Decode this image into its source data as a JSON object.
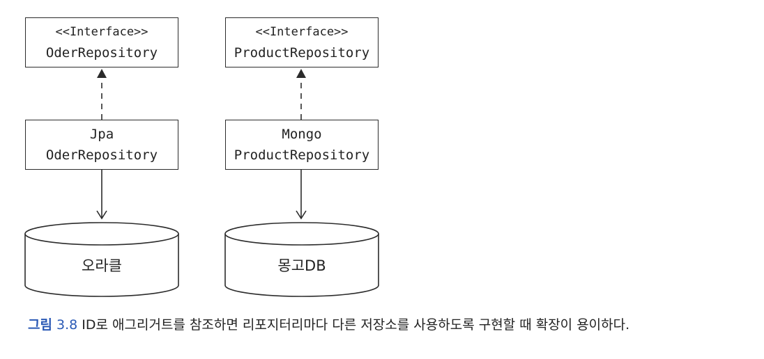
{
  "left": {
    "interface": {
      "stereotype": "<<Interface>>",
      "name": "OderRepository"
    },
    "impl": {
      "line1": "Jpa",
      "line2": "OderRepository"
    },
    "db": "오라클"
  },
  "right": {
    "interface": {
      "stereotype": "<<Interface>>",
      "name": "ProductRepository"
    },
    "impl": {
      "line1": "Mongo",
      "line2": "ProductRepository"
    },
    "db": "몽고DB"
  },
  "caption": {
    "label": "그림",
    "number": "3.8",
    "text": "ID로 애그리거트를 참조하면 리포지터리마다 다른 저장소를 사용하도록 구현할 때 확장이 용이하다."
  },
  "colors": {
    "caption_label": "#2a59b5",
    "line": "#2b2b2b"
  }
}
